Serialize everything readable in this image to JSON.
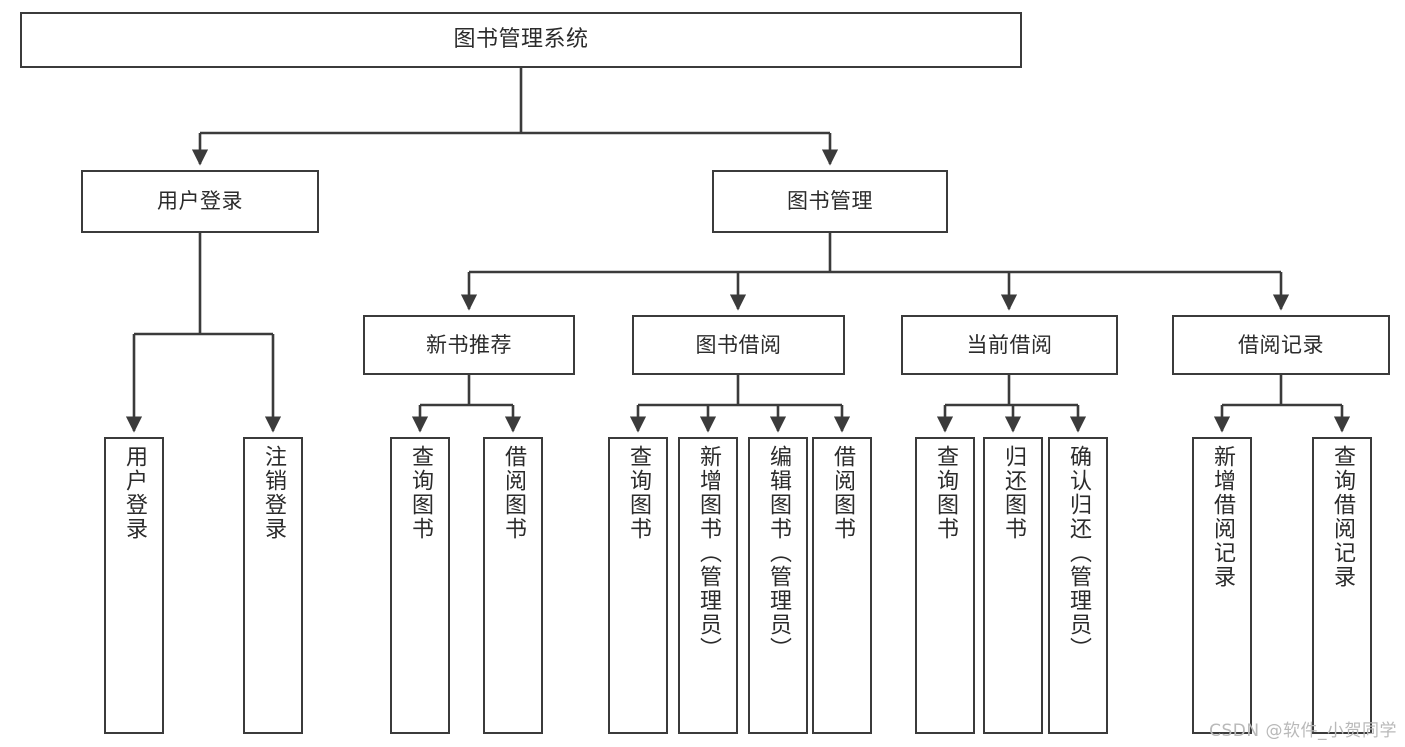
{
  "diagram": {
    "title": "图书管理系统",
    "watermark": "CSDN @软件_小贺同学",
    "colors": {
      "border": "#3b3b3b",
      "text": "#2b2b2b",
      "background": "#ffffff",
      "edge": "#3b3b3b",
      "watermark": "#b9b9b9"
    },
    "nodes": {
      "root": {
        "label": "图书管理系统"
      },
      "tier1": [
        {
          "id": "user-login",
          "label": "用户登录"
        },
        {
          "id": "book-management",
          "label": "图书管理"
        }
      ],
      "tier2": [
        {
          "id": "new-book-recommend",
          "label": "新书推荐"
        },
        {
          "id": "book-borrow",
          "label": "图书借阅"
        },
        {
          "id": "current-borrow",
          "label": "当前借阅"
        },
        {
          "id": "borrow-record",
          "label": "借阅记录"
        }
      ],
      "leaves": {
        "user_login": [
          {
            "id": "leaf-user-login",
            "label": "用户登录"
          },
          {
            "id": "leaf-logout-login",
            "label": "注销登录"
          }
        ],
        "new_book_recommend": [
          {
            "id": "leaf-query-book-1",
            "label": "查询图书"
          },
          {
            "id": "leaf-borrow-book-1",
            "label": "借阅图书"
          }
        ],
        "book_borrow": [
          {
            "id": "leaf-query-book-2",
            "label": "查询图书"
          },
          {
            "id": "leaf-add-book-admin",
            "label": "新增图书（管理员）"
          },
          {
            "id": "leaf-edit-book-admin",
            "label": "编辑图书（管理员）"
          },
          {
            "id": "leaf-borrow-book-2",
            "label": "借阅图书"
          }
        ],
        "current_borrow": [
          {
            "id": "leaf-query-book-3",
            "label": "查询图书"
          },
          {
            "id": "leaf-return-book",
            "label": "归还图书"
          },
          {
            "id": "leaf-confirm-return-admin",
            "label": "确认归还（管理员）"
          }
        ],
        "borrow_record": [
          {
            "id": "leaf-add-borrow-record",
            "label": "新增借阅记录"
          },
          {
            "id": "leaf-query-borrow-record",
            "label": "查询借阅记录"
          }
        ]
      }
    }
  }
}
